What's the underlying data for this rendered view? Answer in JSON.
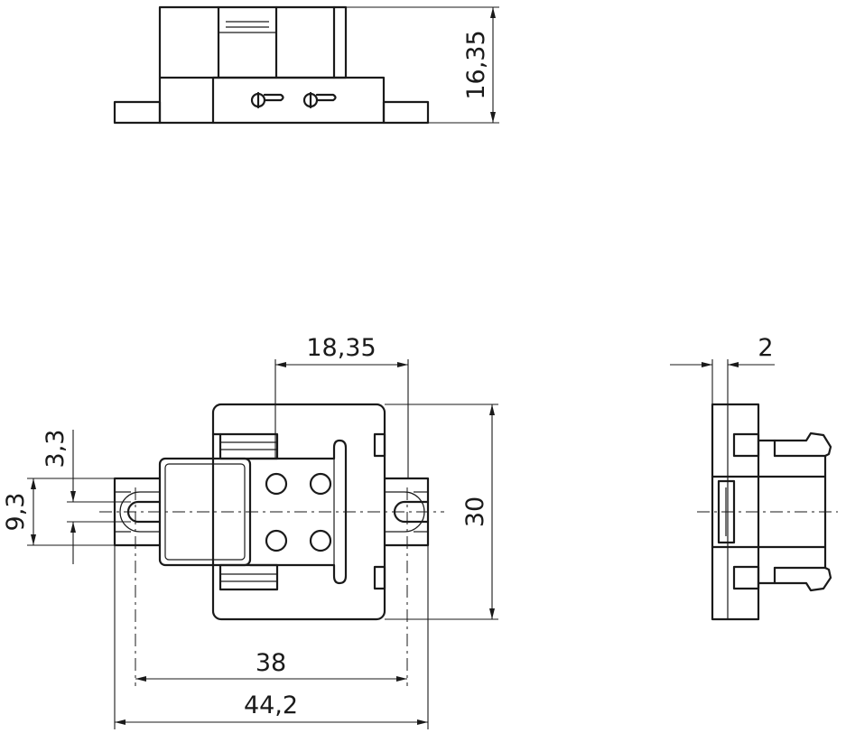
{
  "dimensions": {
    "top_height": "16,35",
    "center_width": "18,35",
    "side_thickness": "2",
    "slot_offset": "3,3",
    "slot_span": "9,3",
    "body_height": "30",
    "hole_pitch": "38",
    "overall_width": "44,2"
  }
}
